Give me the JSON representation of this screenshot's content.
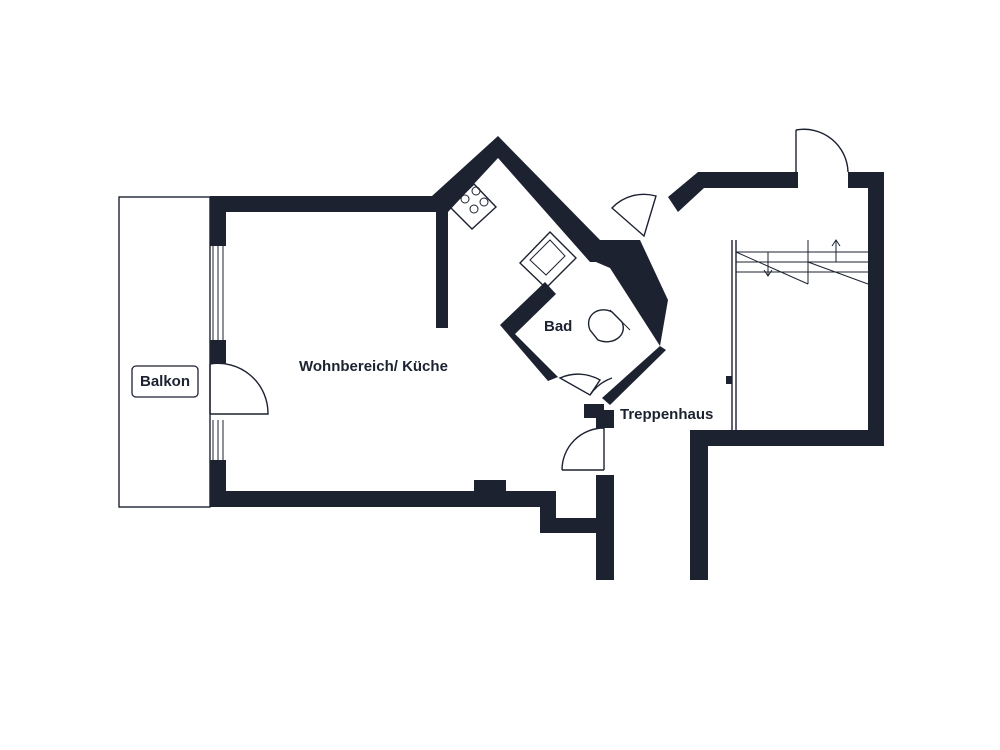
{
  "floorplan": {
    "rooms": {
      "living": "Wohnbereich/ Küche",
      "bath": "Bad",
      "balcony": "Balkon",
      "stairwell": "Treppenhaus"
    },
    "colors": {
      "wall": "#1c2230",
      "background": "#ffffff"
    }
  }
}
